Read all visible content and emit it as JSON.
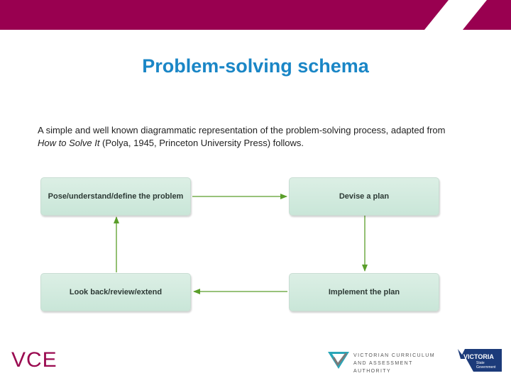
{
  "slide": {
    "title": "Problem-solving schema",
    "intro_part1": "A simple and well known diagrammatic representation of the problem-solving process, adapted from ",
    "intro_book": "How to Solve It",
    "intro_part2": " (Polya, 1945, Princeton University Press) follows."
  },
  "diagram": {
    "steps": [
      "Pose/understand/define the problem",
      "Devise a plan",
      "Implement the plan",
      "Look back/review/extend"
    ],
    "flow": [
      "Pose/understand/define the problem",
      "Devise a plan",
      "Implement the plan",
      "Look back/review/extend",
      "Pose/understand/define the problem"
    ]
  },
  "footer": {
    "vce": "VCE",
    "vcaa_line1": "VICTORIAN CURRICULUM",
    "vcaa_line2": "AND ASSESSMENT AUTHORITY",
    "victoria": "VICTORIA",
    "victoria_sub": "State Government"
  },
  "colors": {
    "header_band": "#990050",
    "title": "#1a86c6",
    "arrow": "#5a9e2a",
    "box_fill": "#d3ebdf",
    "vce_text": "#9a0a50"
  }
}
